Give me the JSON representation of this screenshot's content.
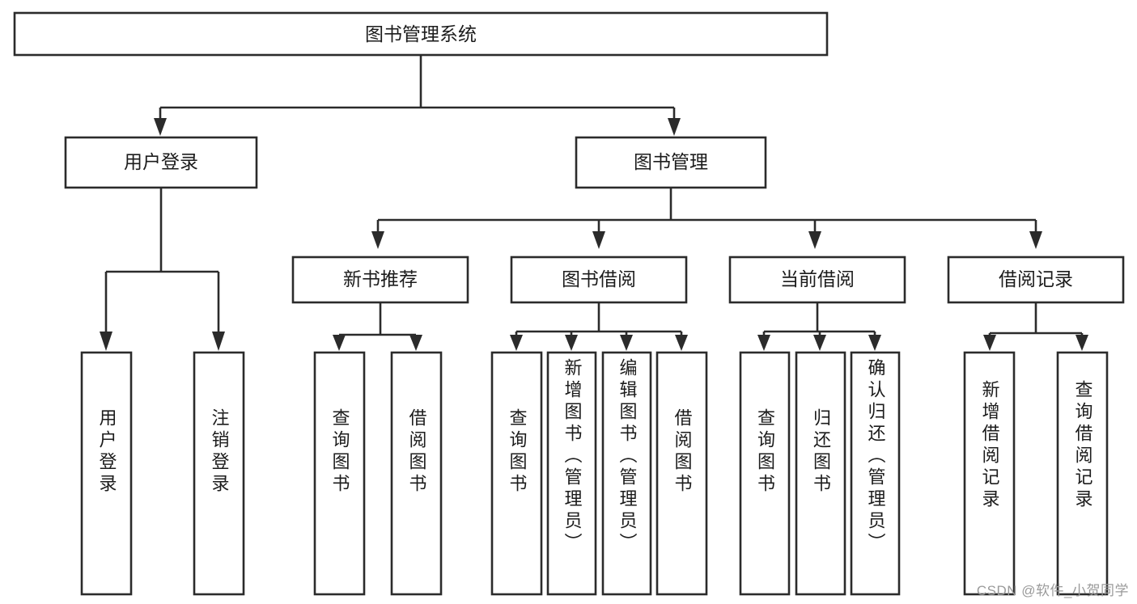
{
  "diagram": {
    "title": "图书管理系统",
    "watermark": "CSDN @软件_小贺同学",
    "colors": {
      "background": "#ffffff",
      "stroke": "#2b2b2b",
      "text": "#1c1c1c",
      "watermark": "#9a9a9a"
    },
    "levels": {
      "root": {
        "label": "图书管理系统"
      },
      "level2": [
        {
          "label": "用户登录"
        },
        {
          "label": "图书管理"
        }
      ],
      "level3": [
        {
          "label": "新书推荐"
        },
        {
          "label": "图书借阅"
        },
        {
          "label": "当前借阅"
        },
        {
          "label": "借阅记录"
        }
      ],
      "leaves": [
        {
          "label": "用户登录",
          "parent": "用户登录"
        },
        {
          "label": "注销登录",
          "parent": "用户登录"
        },
        {
          "label": "查询图书",
          "parent": "新书推荐"
        },
        {
          "label": "借阅图书",
          "parent": "新书推荐"
        },
        {
          "label": "查询图书",
          "parent": "图书借阅"
        },
        {
          "label": "新增图书（管理员）",
          "parent": "图书借阅"
        },
        {
          "label": "编辑图书（管理员）",
          "parent": "图书借阅"
        },
        {
          "label": "借阅图书",
          "parent": "图书借阅"
        },
        {
          "label": "查询图书",
          "parent": "当前借阅"
        },
        {
          "label": "归还图书",
          "parent": "当前借阅"
        },
        {
          "label": "确认归还（管理员）",
          "parent": "当前借阅"
        },
        {
          "label": "新增借阅记录",
          "parent": "借阅记录"
        },
        {
          "label": "查询借阅记录",
          "parent": "借阅记录"
        }
      ]
    }
  }
}
